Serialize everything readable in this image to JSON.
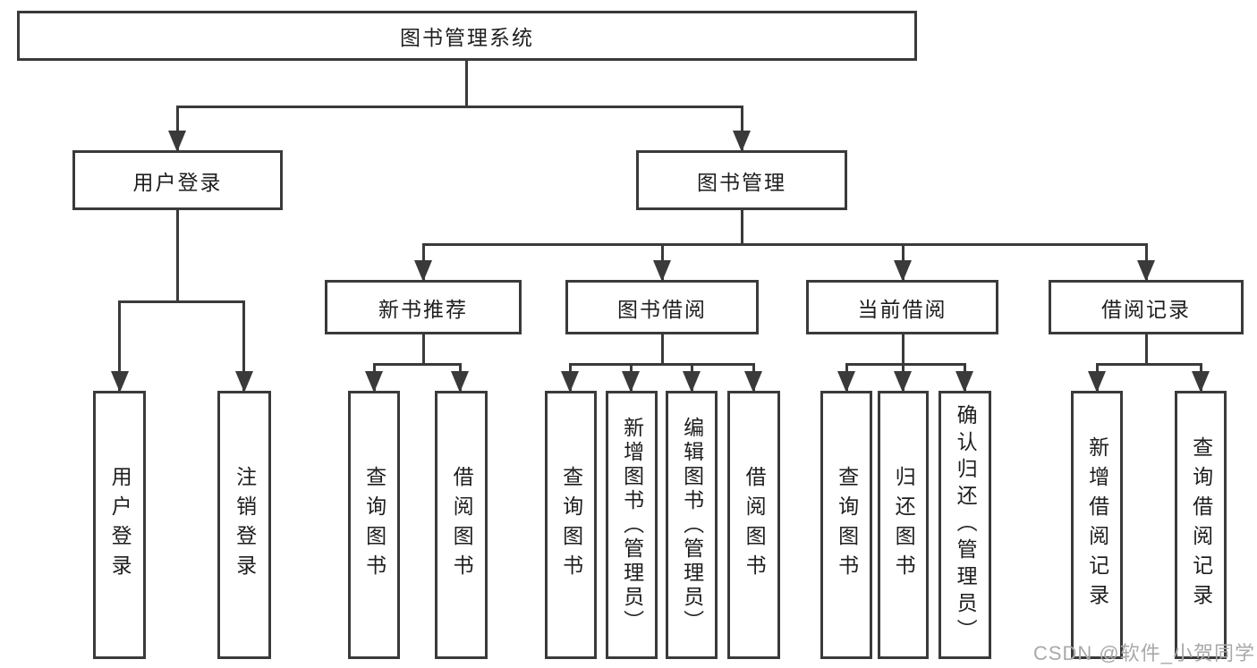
{
  "diagram": {
    "root": {
      "label": "图书管理系统"
    },
    "branches": [
      {
        "label": "用户登录",
        "children": [
          {
            "label": "用户登录"
          },
          {
            "label": "注销登录"
          }
        ]
      },
      {
        "label": "图书管理",
        "children": [
          {
            "label": "新书推荐",
            "children": [
              {
                "label": "查询图书"
              },
              {
                "label": "借阅图书"
              }
            ]
          },
          {
            "label": "图书借阅",
            "children": [
              {
                "label": "查询图书"
              },
              {
                "label": "新增图书（管理员）"
              },
              {
                "label": "编辑图书（管理员）"
              },
              {
                "label": "借阅图书"
              }
            ]
          },
          {
            "label": "当前借阅",
            "children": [
              {
                "label": "查询图书"
              },
              {
                "label": "归还图书"
              },
              {
                "label": "确认归还（管理员）"
              }
            ]
          },
          {
            "label": "借阅记录",
            "children": [
              {
                "label": "新增借阅记录"
              },
              {
                "label": "查询借阅记录"
              }
            ]
          }
        ]
      }
    ]
  },
  "watermark": {
    "text": "CSDN @软件_小贺同学"
  },
  "colors": {
    "line": "#3a3a3a",
    "box_border": "#3a3a3a",
    "box_background": "#ffffff",
    "text": "#1e1e1e",
    "watermark": "#a9a9a9",
    "page_background": "#ffffff"
  }
}
